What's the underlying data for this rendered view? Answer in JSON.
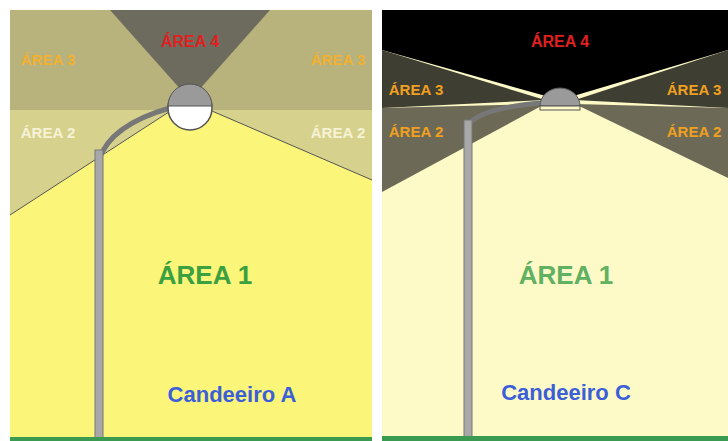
{
  "diagram": {
    "labels": [
      "ÁREA 4",
      "ÁREA 3",
      "ÁREA 3",
      "ÁREA 2",
      "ÁREA 2",
      "ÁREA 1",
      "Candeeiro A",
      "ÁREA 4",
      "ÁREA 3",
      "ÁREA 3",
      "ÁREA 2",
      "ÁREA 2",
      "ÁREA 1",
      "Candeeiro C"
    ]
  }
}
